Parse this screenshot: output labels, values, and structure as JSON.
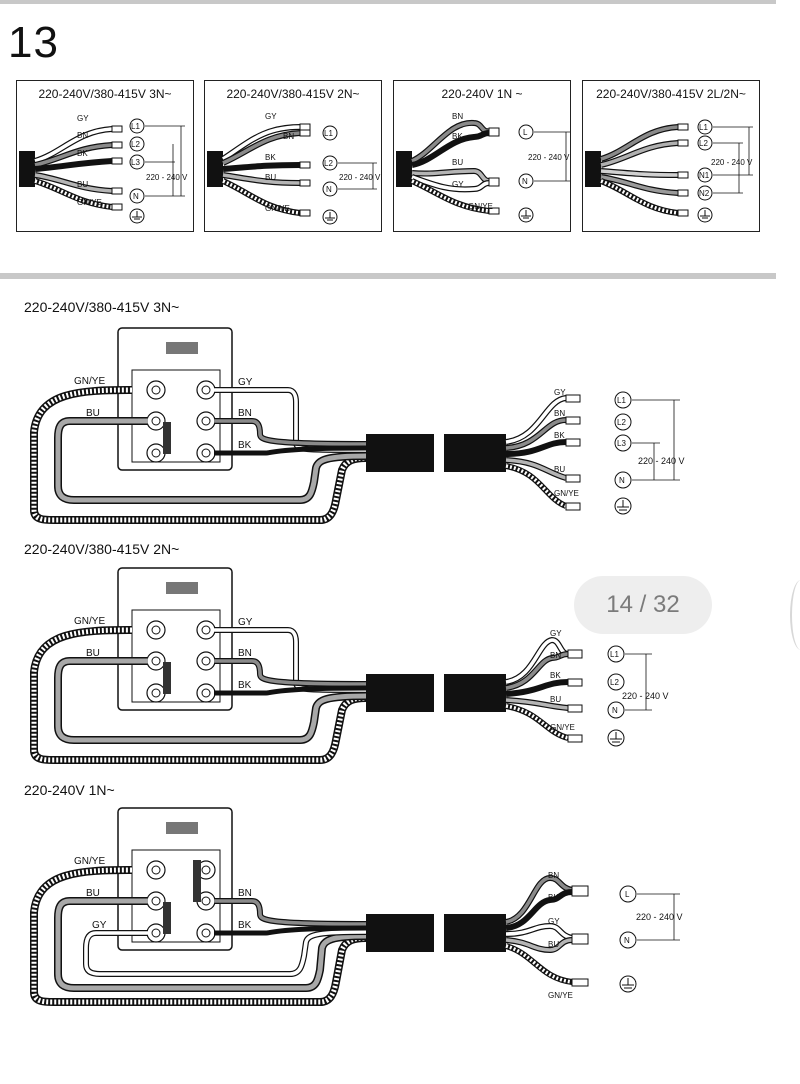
{
  "page_number": "13",
  "panels": [
    {
      "title": "220-240V/380-415V 3N~",
      "wires": [
        "GY",
        "BN",
        "BK",
        "BU",
        "GN/YE"
      ],
      "terminals": [
        "L1",
        "L2",
        "L3",
        "N"
      ],
      "voltage": "220 - 240 V"
    },
    {
      "title": "220-240V/380-415V 2N~",
      "wires": [
        "GY",
        "BN",
        "BK",
        "BU",
        "GN/YE"
      ],
      "terminals": [
        "L1",
        "L2",
        "N"
      ],
      "voltage": "220 - 240 V"
    },
    {
      "title": "220-240V 1N ~",
      "wires": [
        "BN",
        "BK",
        "BU",
        "GY",
        "GN/YE"
      ],
      "terminals": [
        "L",
        "N"
      ],
      "voltage": "220 - 240 V"
    },
    {
      "title": "220-240V/380-415V 2L/2N~",
      "wires": [],
      "terminals": [
        "L1",
        "L2",
        "N1",
        "N2"
      ],
      "voltage": "220 - 240 V"
    }
  ],
  "sections": [
    {
      "title": "220-240V/380-415V 3N~",
      "left_labels": [
        "GN/YE",
        "BU",
        "GY",
        "BN",
        "BK"
      ],
      "right_labels": [
        "GY",
        "BN",
        "BK",
        "BU",
        "GN/YE"
      ],
      "terminals": [
        "L1",
        "L2",
        "L3",
        "N"
      ],
      "voltage": "220 - 240 V"
    },
    {
      "title": "220-240V/380-415V 2N~",
      "left_labels": [
        "GN/YE",
        "BU",
        "GY",
        "BN",
        "BK"
      ],
      "right_labels": [
        "GY",
        "BN",
        "BK",
        "BU",
        "GN/YE"
      ],
      "terminals": [
        "L1",
        "L2",
        "N"
      ],
      "voltage": "220 - 240 V"
    },
    {
      "title": "220-240V 1N~",
      "left_labels": [
        "GN/YE",
        "BU",
        "GY",
        "BN",
        "BK"
      ],
      "right_labels": [
        "BN",
        "BK",
        "GY",
        "BU",
        "GN/YE"
      ],
      "terminals": [
        "L",
        "N"
      ],
      "voltage": "220 - 240 V"
    }
  ],
  "pager": {
    "text": "14 / 32"
  }
}
